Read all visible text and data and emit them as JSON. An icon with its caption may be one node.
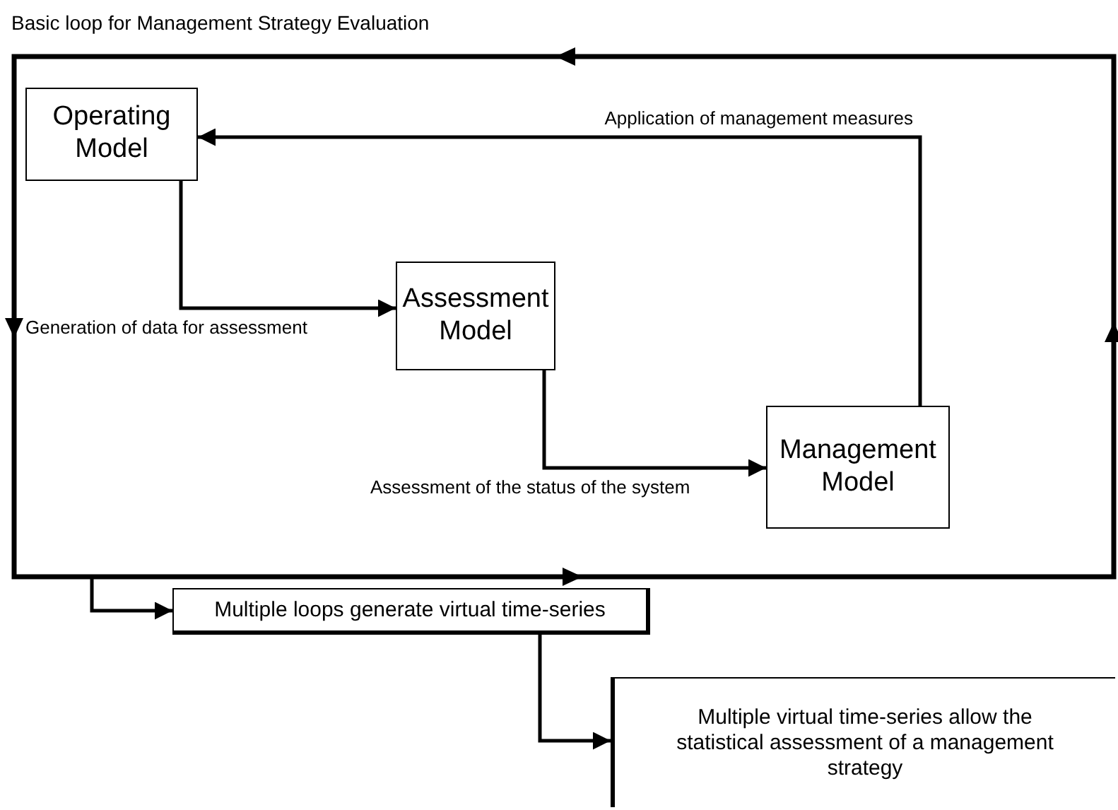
{
  "diagram": {
    "nodes": [
      {
        "text": [
          "Basic loop for Management Strategy Evaluation"
        ]
      },
      {
        "text": [
          "Operating Model"
        ],
        "in": 0
      },
      {
        "text": [
          "Assessment Model"
        ],
        "in": 0
      },
      {
        "text": [
          "Management Model"
        ],
        "in": 0
      },
      {
        "text": [
          "Multiple loops generate virtual time-series"
        ]
      },
      {
        "text": [
          "Multiple virtual time-series allow the statistical assessment of a management strategy"
        ]
      }
    ],
    "edges": [
      {
        "from": 1,
        "to": 2,
        "arrow": "to",
        "label": "Generation of data for assessment"
      },
      {
        "from": 2,
        "to": 3,
        "arrow": "to",
        "label": "Assessment of the status of the system"
      },
      {
        "from": 3,
        "to": 1,
        "arrow": "to",
        "label": "Application of management measures"
      },
      {
        "from": 0,
        "to": 4,
        "arrow": "to"
      },
      {
        "from": 4,
        "to": 5,
        "arrow": "to"
      }
    ]
  }
}
